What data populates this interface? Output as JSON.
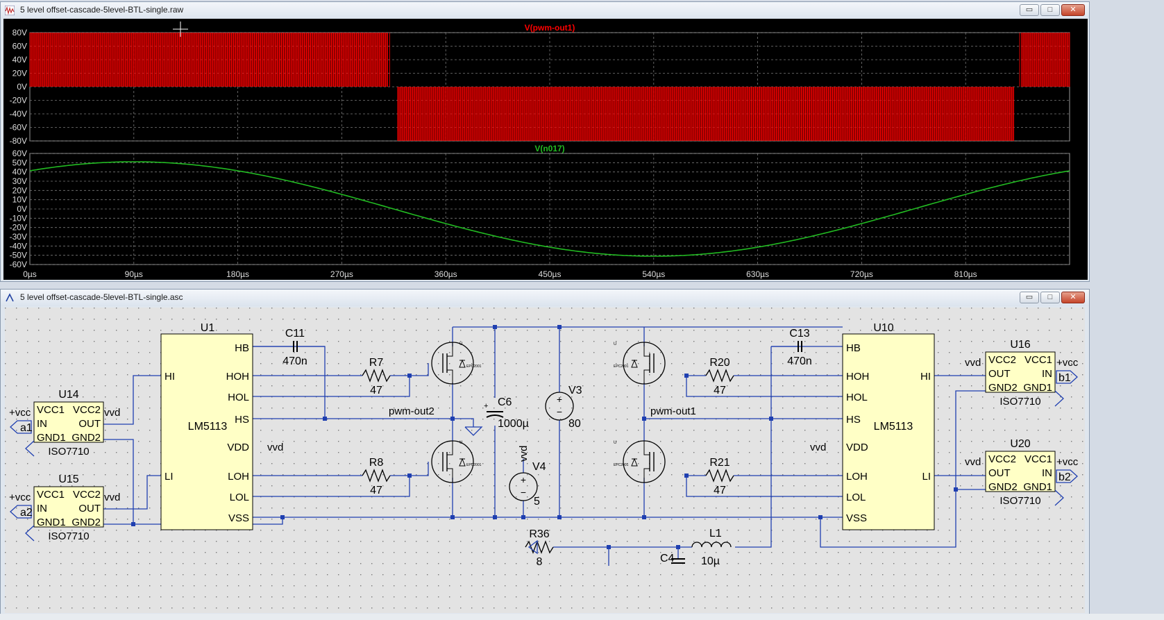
{
  "waveform_window": {
    "title": "5 level offset-cascade-5level-BTL-single.raw",
    "controls": {
      "minimize": "▭",
      "maximize": "□",
      "close": "✕"
    }
  },
  "schematic_window": {
    "title": "5 level offset-cascade-5level-BTL-single.asc",
    "controls": {
      "minimize": "▭",
      "maximize": "□",
      "close": "✕"
    }
  },
  "colors": {
    "plot_bg": "#000000",
    "trace1": "#ff0000",
    "trace2": "#22bb22",
    "sch_bg": "#e3e3e3",
    "wire": "#1f3fb0",
    "component_fill": "#ffffc6"
  },
  "chart_data": [
    {
      "type": "line",
      "title": "V(pwm-out1)",
      "series": [
        {
          "name": "V(pwm-out1)",
          "description_points": [
            [
              0,
              80
            ],
            [
              310,
              80
            ],
            [
              318,
              -80
            ],
            [
              852,
              -80
            ],
            [
              858,
              80
            ],
            [
              900,
              80
            ]
          ]
        }
      ],
      "xlim": [
        0,
        900
      ],
      "ylim": [
        -80,
        80
      ],
      "yticks": [
        "80V",
        "60V",
        "40V",
        "20V",
        "0V",
        "-20V",
        "-40V",
        "-60V",
        "-80V"
      ],
      "grid": true
    },
    {
      "type": "line",
      "title": "V(n017)",
      "series": [
        {
          "name": "V(n017)",
          "amplitude": 51,
          "peak_time_us": 90,
          "period_us": 900
        }
      ],
      "xlim": [
        0,
        900
      ],
      "ylim": [
        -60,
        60
      ],
      "yticks": [
        "60V",
        "50V",
        "40V",
        "30V",
        "20V",
        "10V",
        "0V",
        "-10V",
        "-20V",
        "-30V",
        "-40V",
        "-50V",
        "-60V"
      ],
      "xticks": [
        "0µs",
        "90µs",
        "180µs",
        "270µs",
        "360µs",
        "450µs",
        "540µs",
        "630µs",
        "720µs",
        "810µs"
      ],
      "grid": true
    }
  ],
  "schematic": {
    "U14": {
      "ref": "U14",
      "model": "ISO7710",
      "pins": [
        "VCC1",
        "VCC2",
        "IN",
        "OUT",
        "GND1",
        "GND2"
      ]
    },
    "U15": {
      "ref": "U15",
      "model": "ISO7710",
      "pins": [
        "VCC1",
        "VCC2",
        "IN",
        "OUT",
        "GND1",
        "GND2"
      ]
    },
    "U16": {
      "ref": "U16",
      "model": "ISO7710",
      "pins": [
        "VCC2",
        "VCC1",
        "OUT",
        "IN",
        "GND2",
        "GND1"
      ]
    },
    "U20": {
      "ref": "U20",
      "model": "ISO7710",
      "pins": [
        "VCC2",
        "VCC1",
        "OUT",
        "IN",
        "GND2",
        "GND1"
      ]
    },
    "U1": {
      "ref": "U1",
      "model": "LM5113",
      "pins_left": [
        "HI",
        "LI"
      ],
      "pins_right": [
        "HB",
        "HOH",
        "HOL",
        "HS",
        "VDD",
        "LOH",
        "LOL",
        "VSS"
      ]
    },
    "U10": {
      "ref": "U10",
      "model": "LM5113",
      "pins_left": [
        "HB",
        "HOH",
        "HOL",
        "HS",
        "VDD",
        "LOH",
        "LOL",
        "VSS"
      ],
      "pins_right": [
        "HI",
        "LI"
      ]
    },
    "C11": {
      "ref": "C11",
      "value": "470n"
    },
    "C13": {
      "ref": "C13",
      "value": "470n"
    },
    "R7": {
      "ref": "R7",
      "value": "47"
    },
    "R8": {
      "ref": "R8",
      "value": "47"
    },
    "R20": {
      "ref": "R20",
      "value": "47"
    },
    "R21": {
      "ref": "R21",
      "value": "47"
    },
    "C6": {
      "ref": "C6",
      "value": "1000µ"
    },
    "V3": {
      "ref": "V3",
      "value": "80"
    },
    "V4": {
      "ref": "V4",
      "value": "5"
    },
    "R36": {
      "ref": "R36",
      "value": "8"
    },
    "C4": {
      "ref": "C4"
    },
    "L1": {
      "ref": "L1",
      "value": "10µ"
    },
    "nets": {
      "pwm_out2": "pwm-out2",
      "pwm_out1": "pwm-out1",
      "vcc": "+vcc",
      "vvd": "vvd",
      "a1": "a1",
      "a2": "a2",
      "b1": "b1",
      "b2": "b2"
    },
    "fet_label": "EPC2001"
  }
}
